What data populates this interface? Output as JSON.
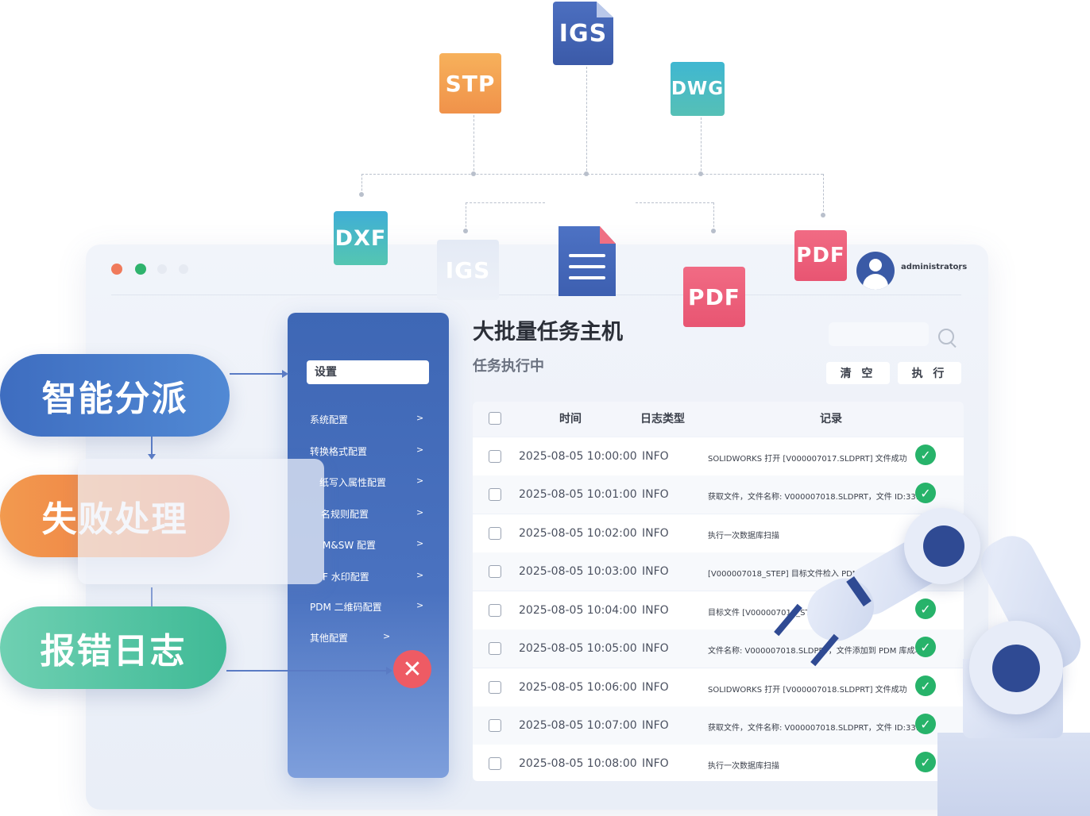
{
  "files": {
    "igs_top": "IGS",
    "stp": "STP",
    "dwg": "DWG",
    "dxf": "DXF",
    "igs_ghost": "IGS",
    "pdf_mid": "PDF",
    "pdf_right": "PDF"
  },
  "user": {
    "name": "administrators"
  },
  "features": {
    "dispatch": "智能分派",
    "failure": "失败处理",
    "error_log": "报错日志"
  },
  "sidebar": {
    "settings_label": "设置",
    "items": [
      {
        "label": "系统配置",
        "arrow": ">"
      },
      {
        "label": "转换格式配置",
        "arrow": ">"
      },
      {
        "label": "纸写入属性配置",
        "arrow": ">"
      },
      {
        "label": "名规则配置",
        "arrow": ">"
      },
      {
        "label": "M&SW 配置",
        "arrow": ">"
      },
      {
        "label": "F 水印配置",
        "arrow": ">"
      },
      {
        "label": "PDM 二维码配置",
        "arrow": ">"
      },
      {
        "label": "其他配置",
        "arrow": ">"
      }
    ]
  },
  "main": {
    "title": "大批量任务主机",
    "status": "任务执行中",
    "clear_label": "清 空",
    "run_label": "执 行"
  },
  "table": {
    "headers": [
      "时间",
      "日志类型",
      "记录"
    ],
    "rows": [
      {
        "time": "2025-08-05 10:00:00",
        "type": "INFO",
        "record": "SOLIDWORKS 打开 [V000007017.SLDPRT] 文件成功",
        "status": "success"
      },
      {
        "time": "2025-08-05 10:01:00",
        "type": "INFO",
        "record": "获取文件，文件名称: V000007018.SLDPRT，文件 ID:3394",
        "status": "success"
      },
      {
        "time": "2025-08-05 10:02:00",
        "type": "INFO",
        "record": "执行一次数据库扫描",
        "status": "success"
      },
      {
        "time": "2025-08-05 10:03:00",
        "type": "INFO",
        "record": "[V000007018_STEP] 目标文件检入 PDM 成功",
        "status": "success"
      },
      {
        "time": "2025-08-05 10:04:00",
        "type": "INFO",
        "record": "目标文件 [V000007018_STEP]",
        "status": "success"
      },
      {
        "time": "2025-08-05 10:05:00",
        "type": "INFO",
        "record": "文件名称: V000007018.SLDPRT，文件添加到 PDM 库成功",
        "status": "success"
      },
      {
        "time": "2025-08-05 10:06:00",
        "type": "INFO",
        "record": "SOLIDWORKS 打开 [V000007018.SLDPRT] 文件成功",
        "status": "success"
      },
      {
        "time": "2025-08-05 10:07:00",
        "type": "INFO",
        "record": "获取文件，文件名称: V000007018.SLDPRT，文件 ID:3393",
        "status": "success"
      },
      {
        "time": "2025-08-05 10:08:00",
        "type": "INFO",
        "record": "执行一次数据库扫描",
        "status": "success"
      }
    ]
  },
  "icons": {
    "success": "check-circle-icon",
    "close": "close-icon",
    "search": "search-icon",
    "user": "user-avatar-icon",
    "document": "document-icon"
  },
  "colors": {
    "primary": "#3e67b5",
    "success": "#27b36a",
    "danger": "#ee5b64",
    "orange": "#ee6f3c",
    "teal": "#3fba96"
  }
}
